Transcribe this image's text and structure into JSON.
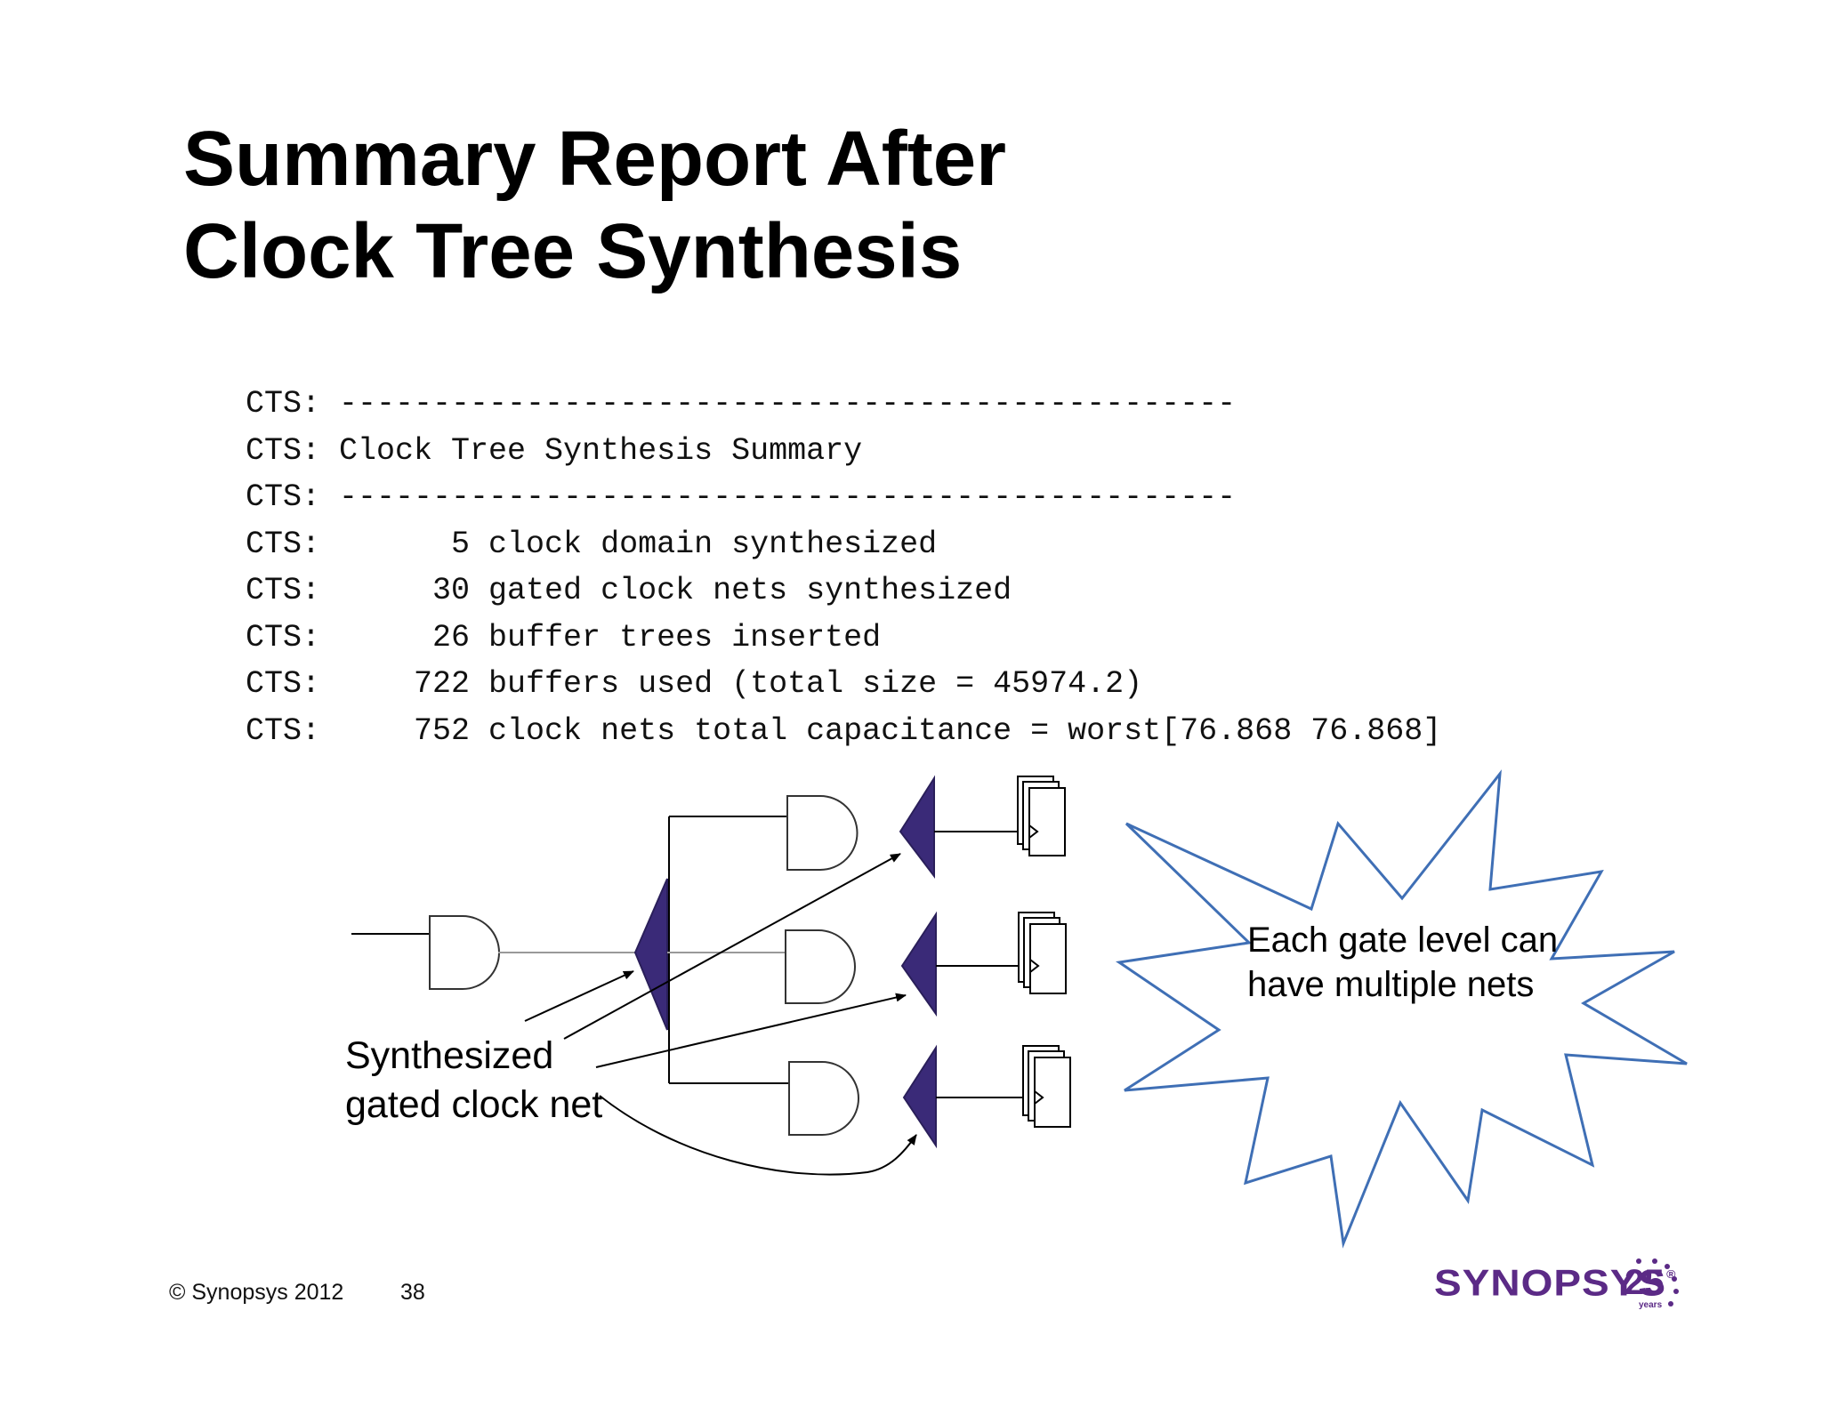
{
  "slide": {
    "title_line1": "Summary Report After",
    "title_line2": "Clock Tree Synthesis"
  },
  "report": {
    "lines": [
      "CTS: ------------------------------------------------",
      "CTS: Clock Tree Synthesis Summary",
      "CTS: ------------------------------------------------",
      "CTS:       5 clock domain synthesized",
      "CTS:      30 gated clock nets synthesized",
      "CTS:      26 buffer trees inserted",
      "CTS:     722 buffers used (total size = 45974.2)",
      "CTS:     752 clock nets total capacitance = worst[76.868 76.868]"
    ]
  },
  "diagram": {
    "annotation_line1": "Synthesized",
    "annotation_line2": "gated clock net",
    "callout_line1": "Each gate level can",
    "callout_line2": "have multiple nets",
    "colors": {
      "buffer_fill": "#3a2a78",
      "starburst_stroke": "#3f6fb5",
      "wire": "#000000",
      "gate_stroke": "#333333"
    }
  },
  "footer": {
    "copyright": "© Synopsys 2012",
    "page_number": "38",
    "logo_text": "SYNOPSYS",
    "logo_reg": "®",
    "badge_number": "25",
    "badge_word": "years",
    "logo_color": "#5b2a86"
  }
}
